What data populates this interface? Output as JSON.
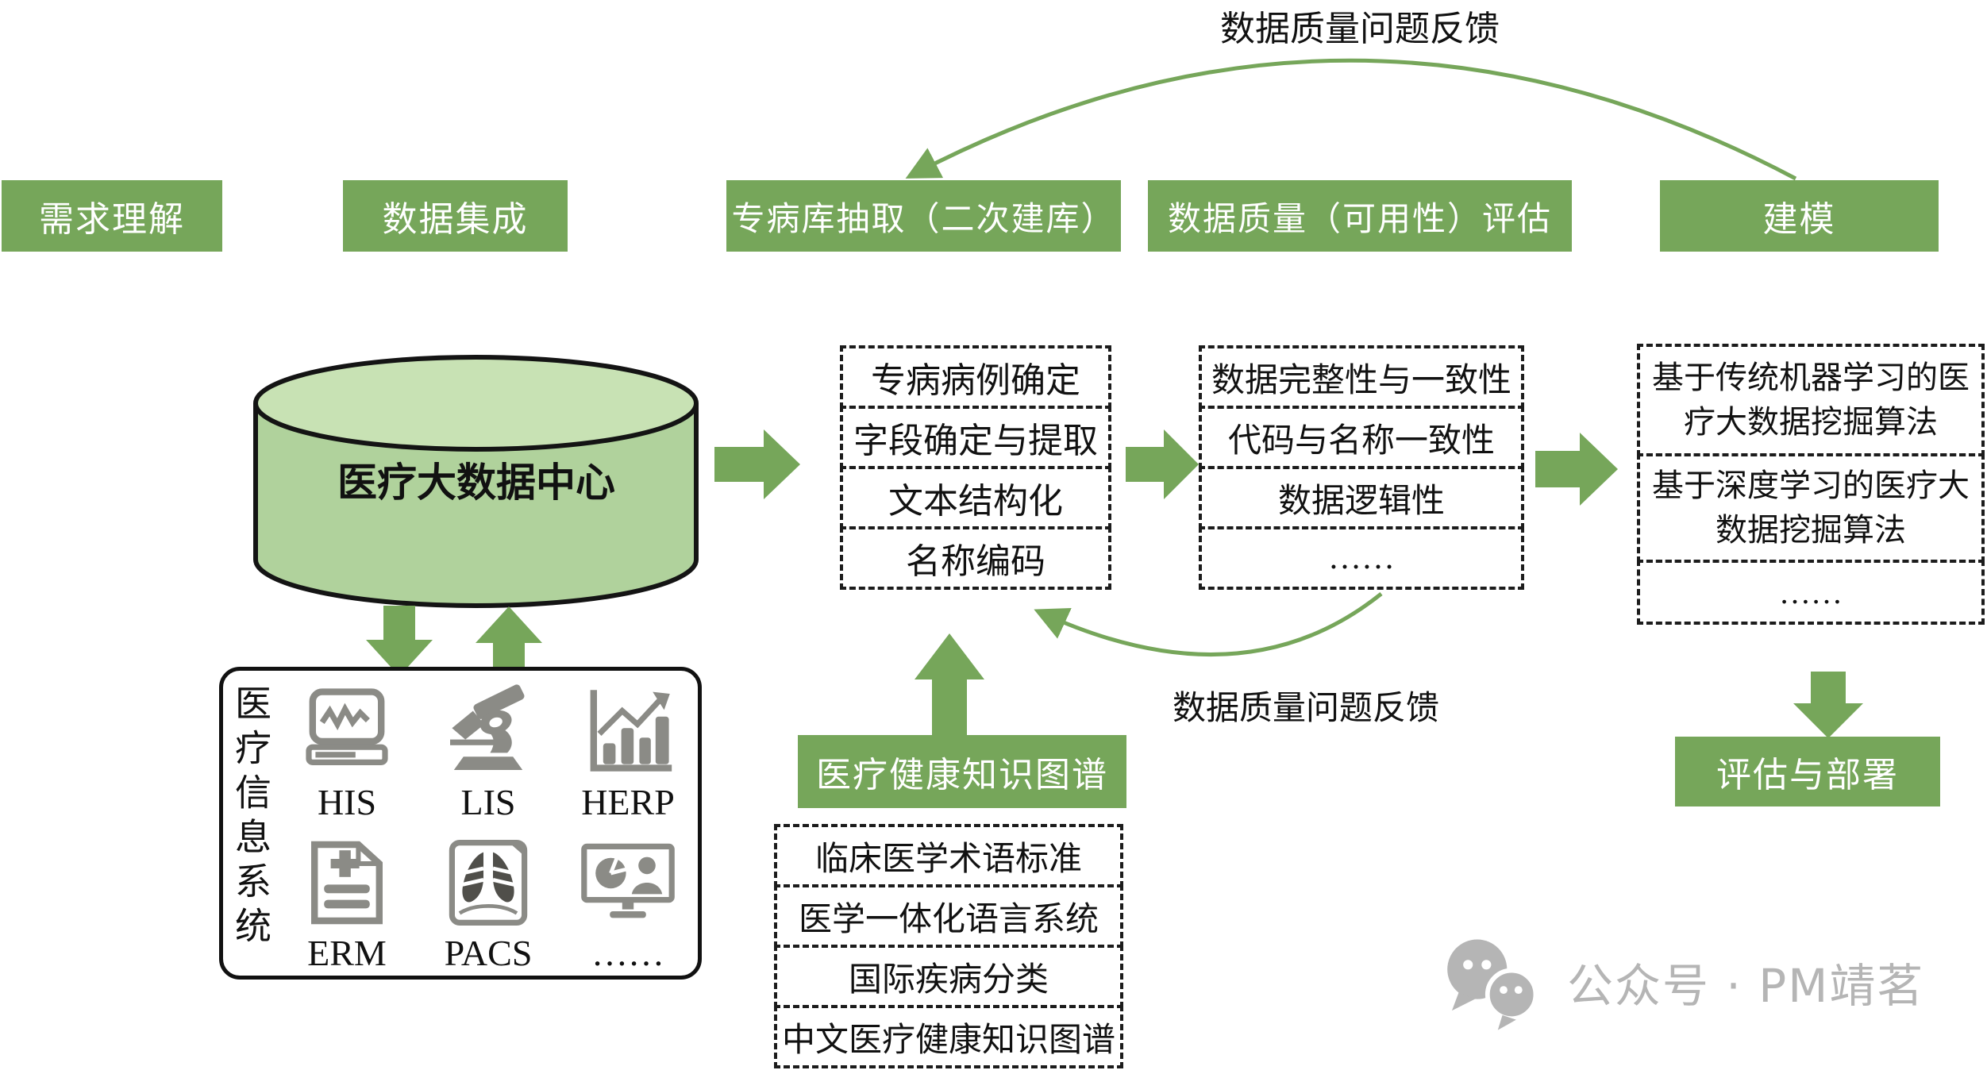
{
  "feedback": {
    "top_label": "数据质量问题反馈",
    "bottom_label": "数据质量问题反馈"
  },
  "stages": [
    {
      "label": "需求理解"
    },
    {
      "label": "数据集成"
    },
    {
      "label": "专病库抽取（二次建库）"
    },
    {
      "label": "数据质量（可用性）评估"
    },
    {
      "label": "建模"
    }
  ],
  "data_center": {
    "label": "医疗大数据中心"
  },
  "extraction": {
    "items": [
      "专病病例确定",
      "字段确定与提取",
      "文本结构化",
      "名称编码"
    ]
  },
  "quality": {
    "items": [
      "数据完整性与一致性",
      "代码与名称一致性",
      "数据逻辑性",
      "……"
    ]
  },
  "modeling": {
    "items": [
      "基于传统机器学习的医疗大数据挖掘算法",
      "基于深度学习的医疗大数据挖掘算法",
      "……"
    ]
  },
  "deployment": {
    "label": "评估与部署"
  },
  "knowledge_graph": {
    "label": "医疗健康知识图谱",
    "items": [
      "临床医学术语标准",
      "医学一体化语言系统",
      "国际疾病分类",
      "中文医疗健康知识图谱"
    ]
  },
  "info_systems": {
    "label": "医疗信息系统",
    "systems": [
      {
        "name": "HIS",
        "icon": "monitor-ecg-icon"
      },
      {
        "name": "LIS",
        "icon": "microscope-icon"
      },
      {
        "name": "HERP",
        "icon": "bar-chart-growth-icon"
      },
      {
        "name": "ERM",
        "icon": "medical-document-icon"
      },
      {
        "name": "PACS",
        "icon": "chest-xray-icon"
      },
      {
        "name": "……",
        "icon": "monitor-report-person-icon"
      }
    ]
  },
  "watermark": {
    "text": "公众号 · PM靖茗",
    "icon": "wechat-icon"
  },
  "colors": {
    "primary_green": "#76a65a",
    "cylinder_fill": "#b0d29c",
    "cylinder_top": "#c8e2b4",
    "dash_border": "#1c1c1c",
    "icon_gray": "#8b8b86",
    "watermark_gray": "#b5b5b5"
  }
}
